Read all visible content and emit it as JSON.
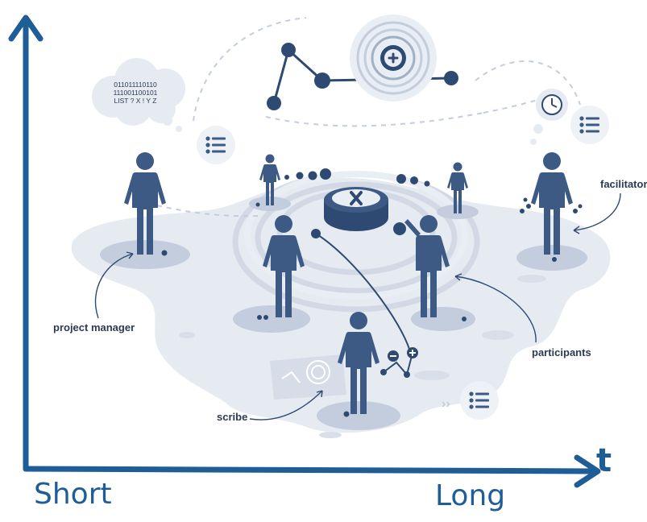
{
  "labels": {
    "project_manager": "project manager",
    "facilitator": "facilitator",
    "participants": "participants",
    "scribe": "scribe"
  },
  "thought_bubble": {
    "line1": "011011110110",
    "line2": "111001100101",
    "line3": "LIST ? X ! Y Z"
  },
  "axis": {
    "time_symbol": "t",
    "start_label": "Short",
    "end_label": "Long"
  },
  "icons": [
    "list-icon",
    "plus-icon",
    "clock-icon",
    "minus-icon",
    "double-chevron-icon"
  ],
  "colors": {
    "figure": "#3d5a85",
    "axis": "#1f5d96",
    "platform": "#e6eaf1",
    "pad": "#c3cddd",
    "label": "#2b3a55"
  }
}
